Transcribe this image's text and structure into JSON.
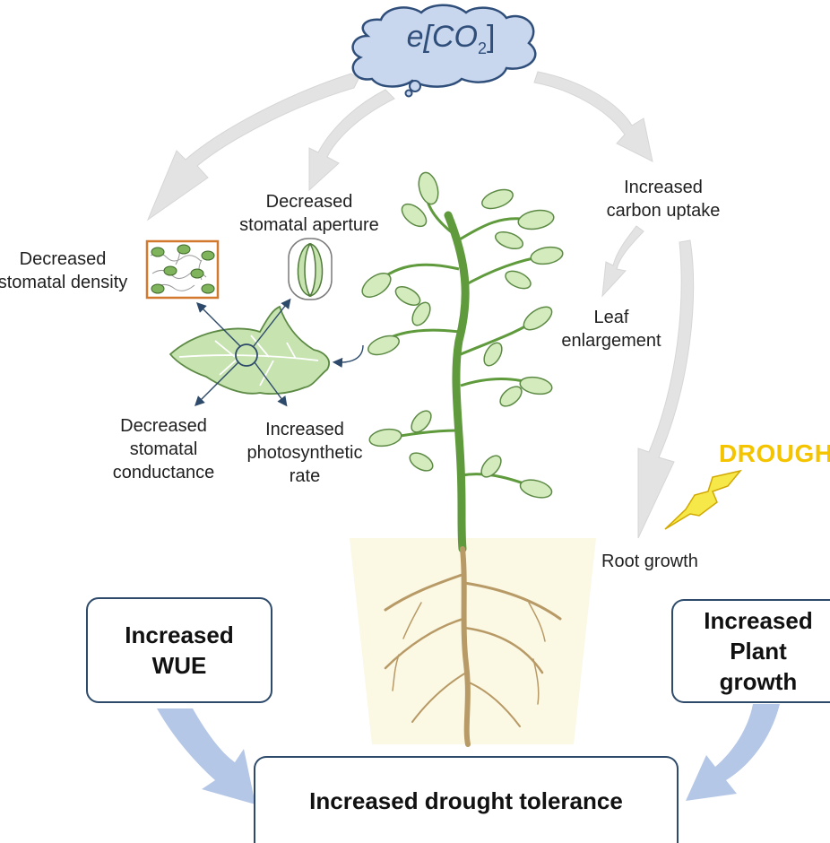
{
  "co2": {
    "prefix": "e[CO",
    "subscript": "2",
    "suffix": "]"
  },
  "labels": {
    "decreased_stomatal_density": "Decreased\nstomatal density",
    "decreased_stomatal_aperture": "Decreased\nstomatal aperture",
    "decreased_stomatal_conductance": "Decreased\nstomatal\nconductance",
    "increased_photosynthetic_rate": "Increased\nphotosynthetic\nrate",
    "increased_carbon_uptake": "Increased\ncarbon uptake",
    "leaf_enlargement": "Leaf\nenlargement",
    "root_growth": "Root growth",
    "drought": "DROUGHT"
  },
  "boxes": {
    "increased_wue": "Increased\nWUE",
    "increased_plant_growth": "Increased\nPlant\ngrowth",
    "increased_drought_tolerance": "Increased drought tolerance"
  },
  "colors": {
    "cloud_fill": "#c9d7ee",
    "cloud_stroke": "#2f4e7a",
    "grey_arrow": "#e3e3e3",
    "blue_arrow": "#b5c7e6",
    "leaf_fill": "#c6e3b0",
    "leaf_stroke": "#5c8a44",
    "stem": "#5f9a3c",
    "root": "#b89a66",
    "pot_bg": "#fbf8e4",
    "box_border": "#2d4a6b",
    "drought_text": "#f5c400",
    "lightning": "#f7e84a",
    "connector": "#2d4a6b",
    "density_frame": "#d2792d"
  },
  "icons": [
    "cloud-icon",
    "stomata-pore-icon",
    "epidermis-cells-icon",
    "leaf-icon",
    "lightning-icon",
    "plant-icon",
    "roots-icon"
  ]
}
